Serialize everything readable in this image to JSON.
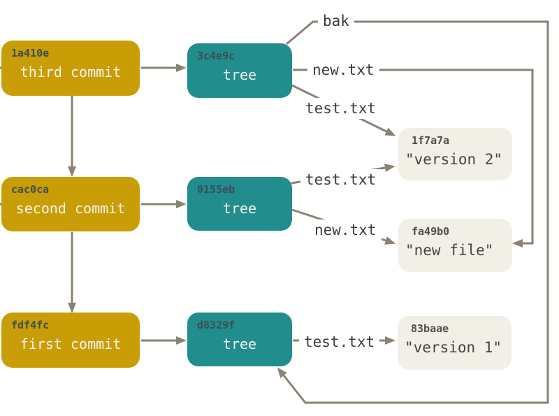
{
  "diagram": {
    "kind": "git-object-graph",
    "background": "#ffffff",
    "colors": {
      "commit_fill": "#c89d05",
      "tree_fill": "#218d8d",
      "blob_fill": "#f1efe6",
      "edge_stroke": "#8b8174",
      "hash_text": "#3d4d55",
      "node_text": "#f3f3f0",
      "blob_text": "#45443f",
      "label_bg": "#ffffff",
      "label_text": "#3d3d3a"
    },
    "nodes": {
      "commits": [
        {
          "hash": "1a410e",
          "label": "third commit"
        },
        {
          "hash": "cac0ca",
          "label": "second commit"
        },
        {
          "hash": "fdf4fc",
          "label": "first commit"
        }
      ],
      "trees": [
        {
          "hash": "3c4e9c",
          "label": "tree"
        },
        {
          "hash": "0155eb",
          "label": "tree"
        },
        {
          "hash": "d8329f",
          "label": "tree"
        }
      ],
      "blobs": [
        {
          "hash": "1f7a7a",
          "label": "\"version 2\""
        },
        {
          "hash": "fa49b0",
          "label": "\"new file\""
        },
        {
          "hash": "83baae",
          "label": "\"version 1\""
        }
      ]
    },
    "edge_labels": [
      {
        "text": "bak"
      },
      {
        "text": "new.txt"
      },
      {
        "text": "test.txt"
      },
      {
        "text": "test.txt"
      },
      {
        "text": "new.txt"
      },
      {
        "text": "test.txt"
      }
    ]
  }
}
